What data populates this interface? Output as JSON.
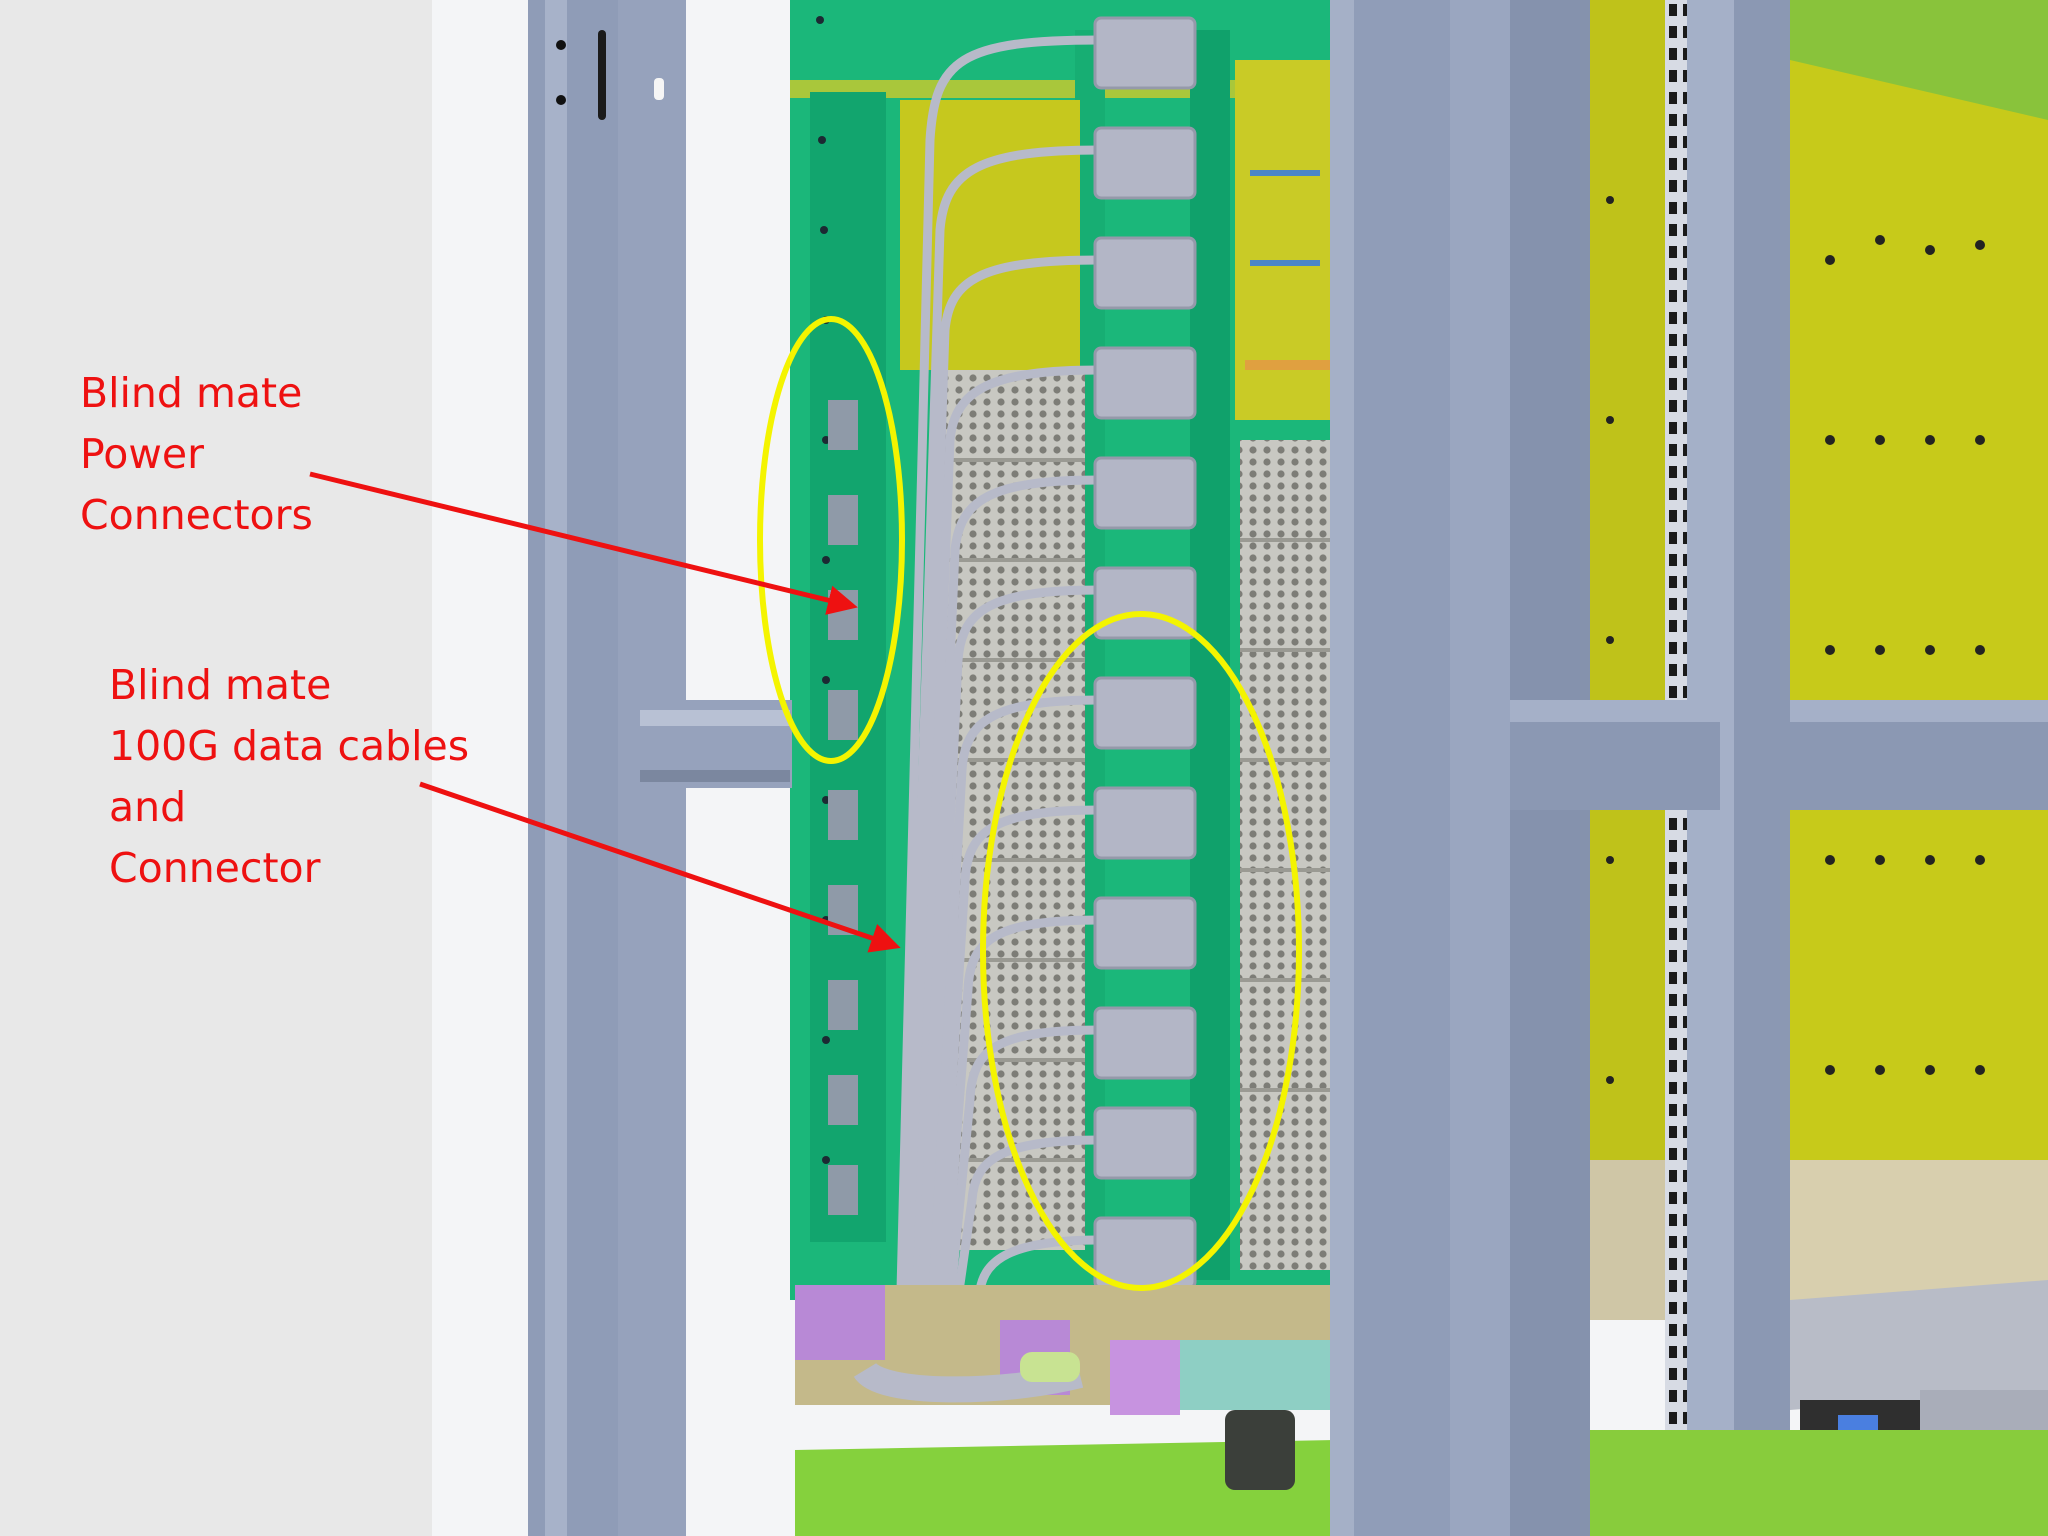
{
  "annotations": {
    "power": {
      "lines": [
        "Blind mate",
        "Power",
        "Connectors"
      ]
    },
    "data": {
      "lines": [
        "Blind mate",
        "100G data cables",
        "and",
        "Connector"
      ]
    }
  },
  "colors": {
    "annotation_text": "#ee1111",
    "arrow": "#ee1111",
    "ellipse": "#f4f400",
    "rack_post": "#8e9bb6",
    "green_frame": "#1fbf7d",
    "yellow_panel": "#c9cc22",
    "cable": "#b9bccb",
    "background": "#e8e8e8"
  },
  "icons": [
    "arrow-icon",
    "ellipse-highlight",
    "rack-illustration"
  ]
}
